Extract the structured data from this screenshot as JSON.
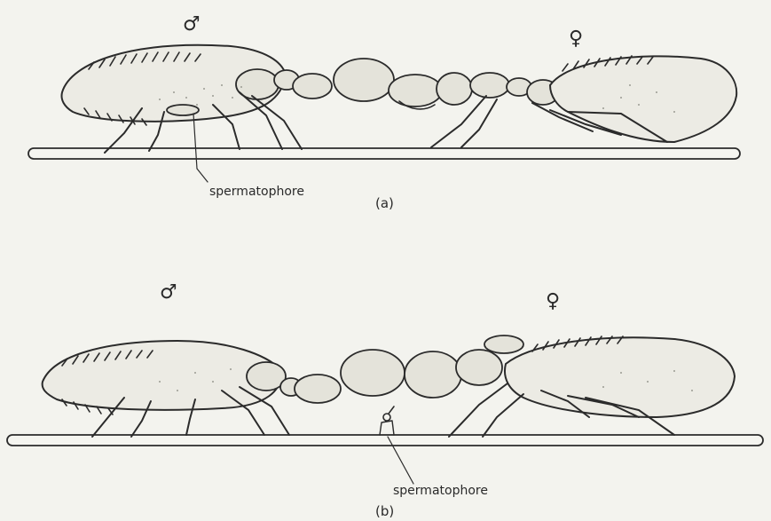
{
  "figure": {
    "panel_a": {
      "male_symbol": "♂",
      "female_symbol": "♀",
      "label": "spermatophore",
      "caption": "(a)"
    },
    "panel_b": {
      "male_symbol": "♂",
      "female_symbol": "♀",
      "label": "spermatophore",
      "caption": "(b)"
    }
  }
}
